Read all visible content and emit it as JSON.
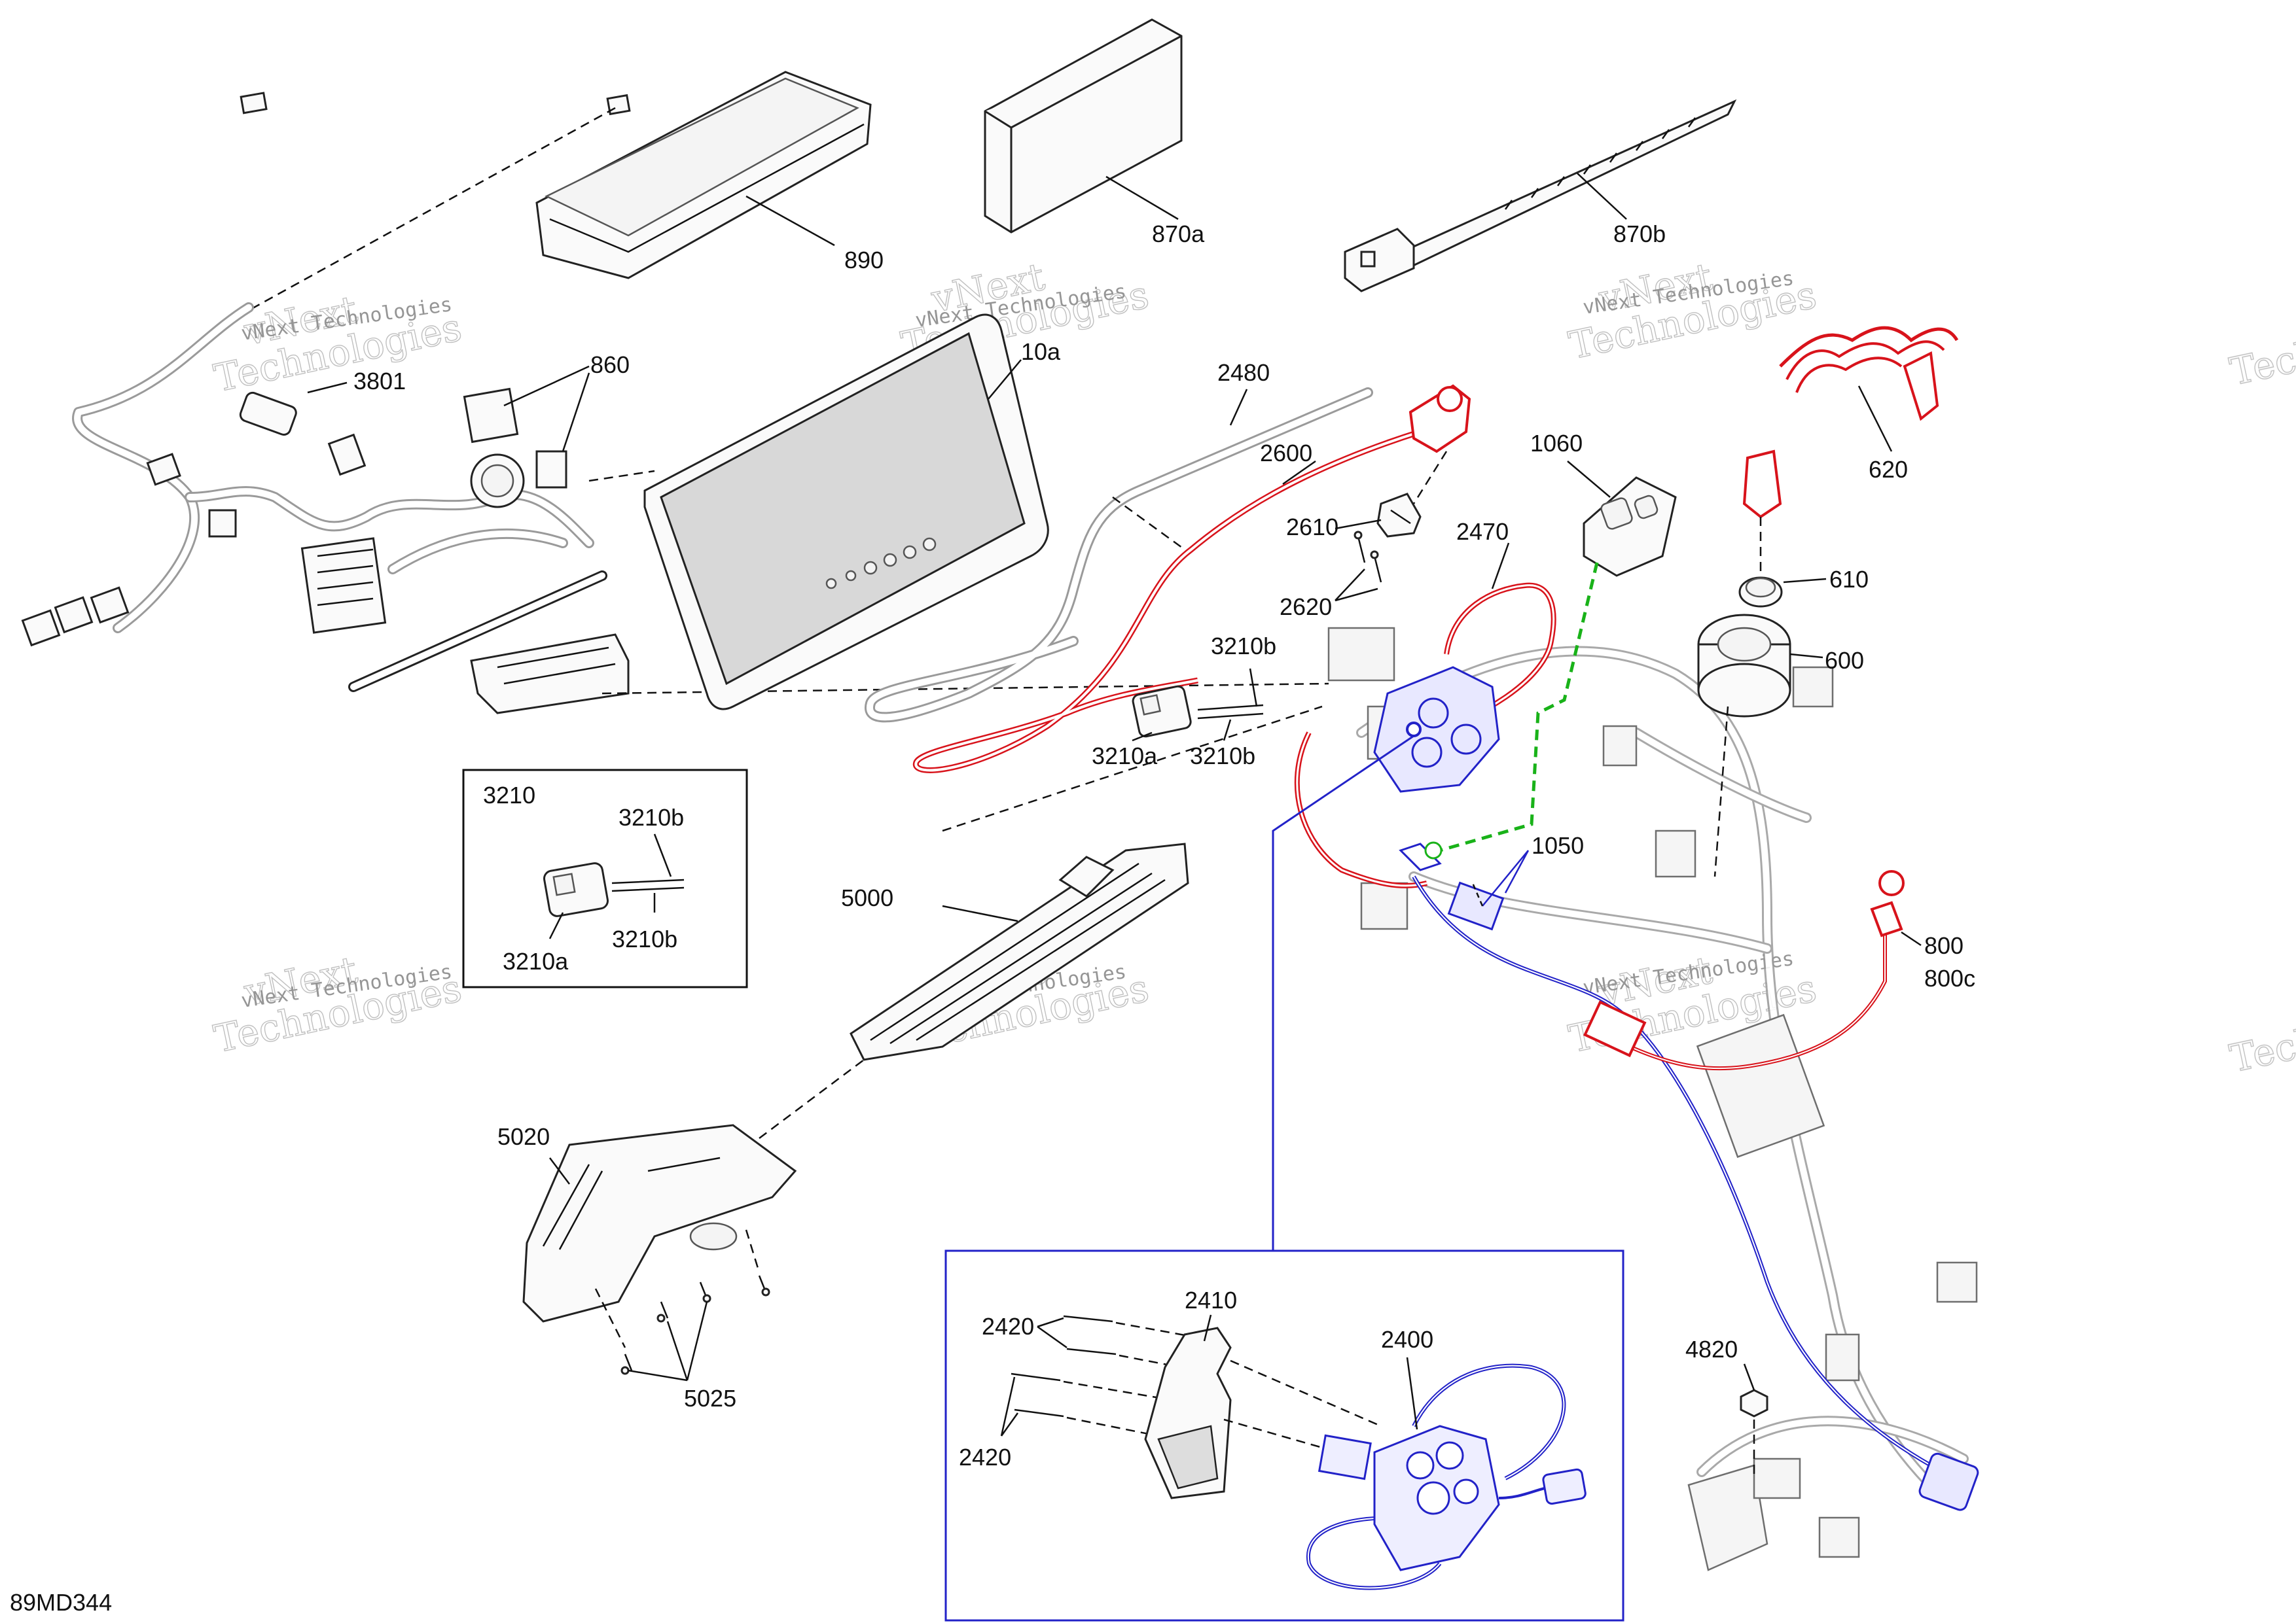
{
  "diagram_id": "89MD344",
  "watermark": {
    "line1": "vNext",
    "line2": "Technologies",
    "caption": "vNext Technologies"
  },
  "callouts": {
    "c890": "890",
    "c870a": "870a",
    "c870b": "870b",
    "c10a": "10a",
    "c860": "860",
    "c3801": "3801",
    "c2480": "2480",
    "c2600": "2600",
    "c2610": "2610",
    "c2620": "2620",
    "c1060": "1060",
    "c2470": "2470",
    "c620": "620",
    "c610": "610",
    "c600": "600",
    "c3210b_top": "3210b",
    "c3210a": "3210a",
    "c3210b_bot": "3210b",
    "c1050": "1050",
    "c800": "800",
    "c800c": "800c",
    "c5000": "5000",
    "c5020": "5020",
    "c5025": "5025",
    "c4820": "4820"
  },
  "inset_3210": {
    "title": "3210",
    "c3210b_a": "3210b",
    "c3210b_b": "3210b",
    "c3210a": "3210a"
  },
  "inset_2400": {
    "c2420_top": "2420",
    "c2420_bot": "2420",
    "c2410": "2410",
    "c2400": "2400"
  },
  "colors": {
    "red": "#d8131b",
    "blue": "#2222c8",
    "green": "#19b219",
    "line": "#111111"
  }
}
